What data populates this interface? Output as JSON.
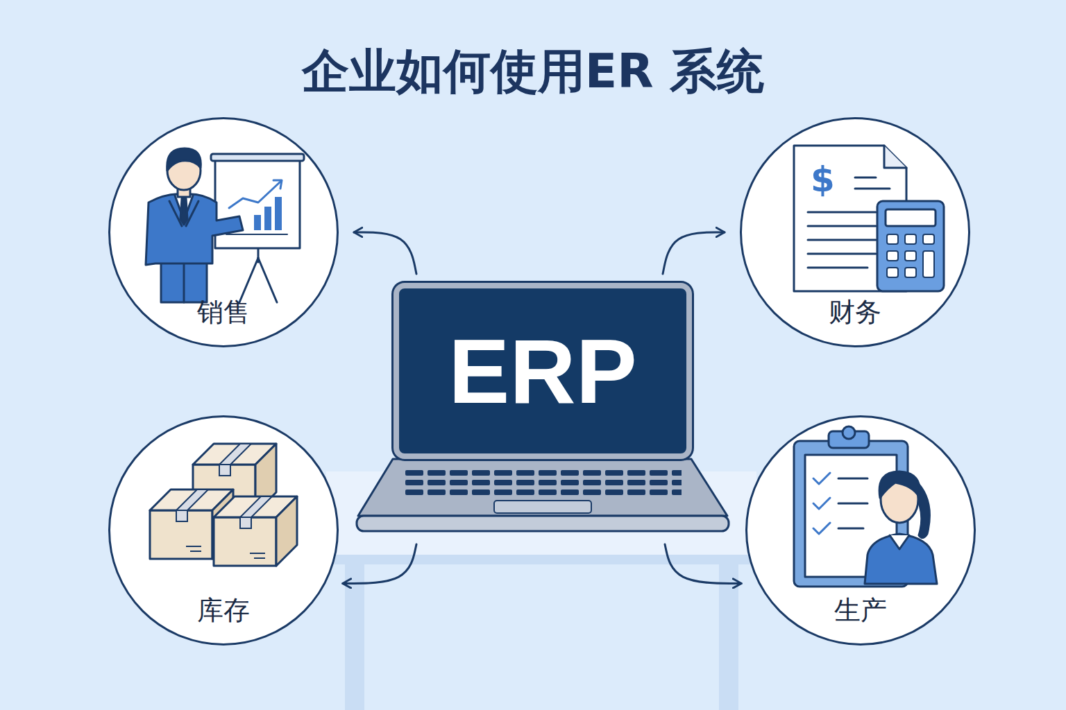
{
  "diagram": {
    "title": "企业如何使用ER 系统",
    "nodes": [
      {
        "text": [
          "销售"
        ]
      },
      {
        "text": [
          "财务"
        ]
      },
      {
        "text": [
          "ERP"
        ]
      },
      {
        "text": [
          "库存"
        ]
      },
      {
        "text": [
          "生产"
        ]
      }
    ],
    "edges": [
      {
        "from": 2,
        "to": 0,
        "arrow": "to"
      },
      {
        "from": 2,
        "to": 1,
        "arrow": "to"
      },
      {
        "from": 2,
        "to": 3,
        "arrow": "to"
      },
      {
        "from": 2,
        "to": 4,
        "arrow": "to"
      }
    ],
    "labels": [
      "$"
    ]
  }
}
